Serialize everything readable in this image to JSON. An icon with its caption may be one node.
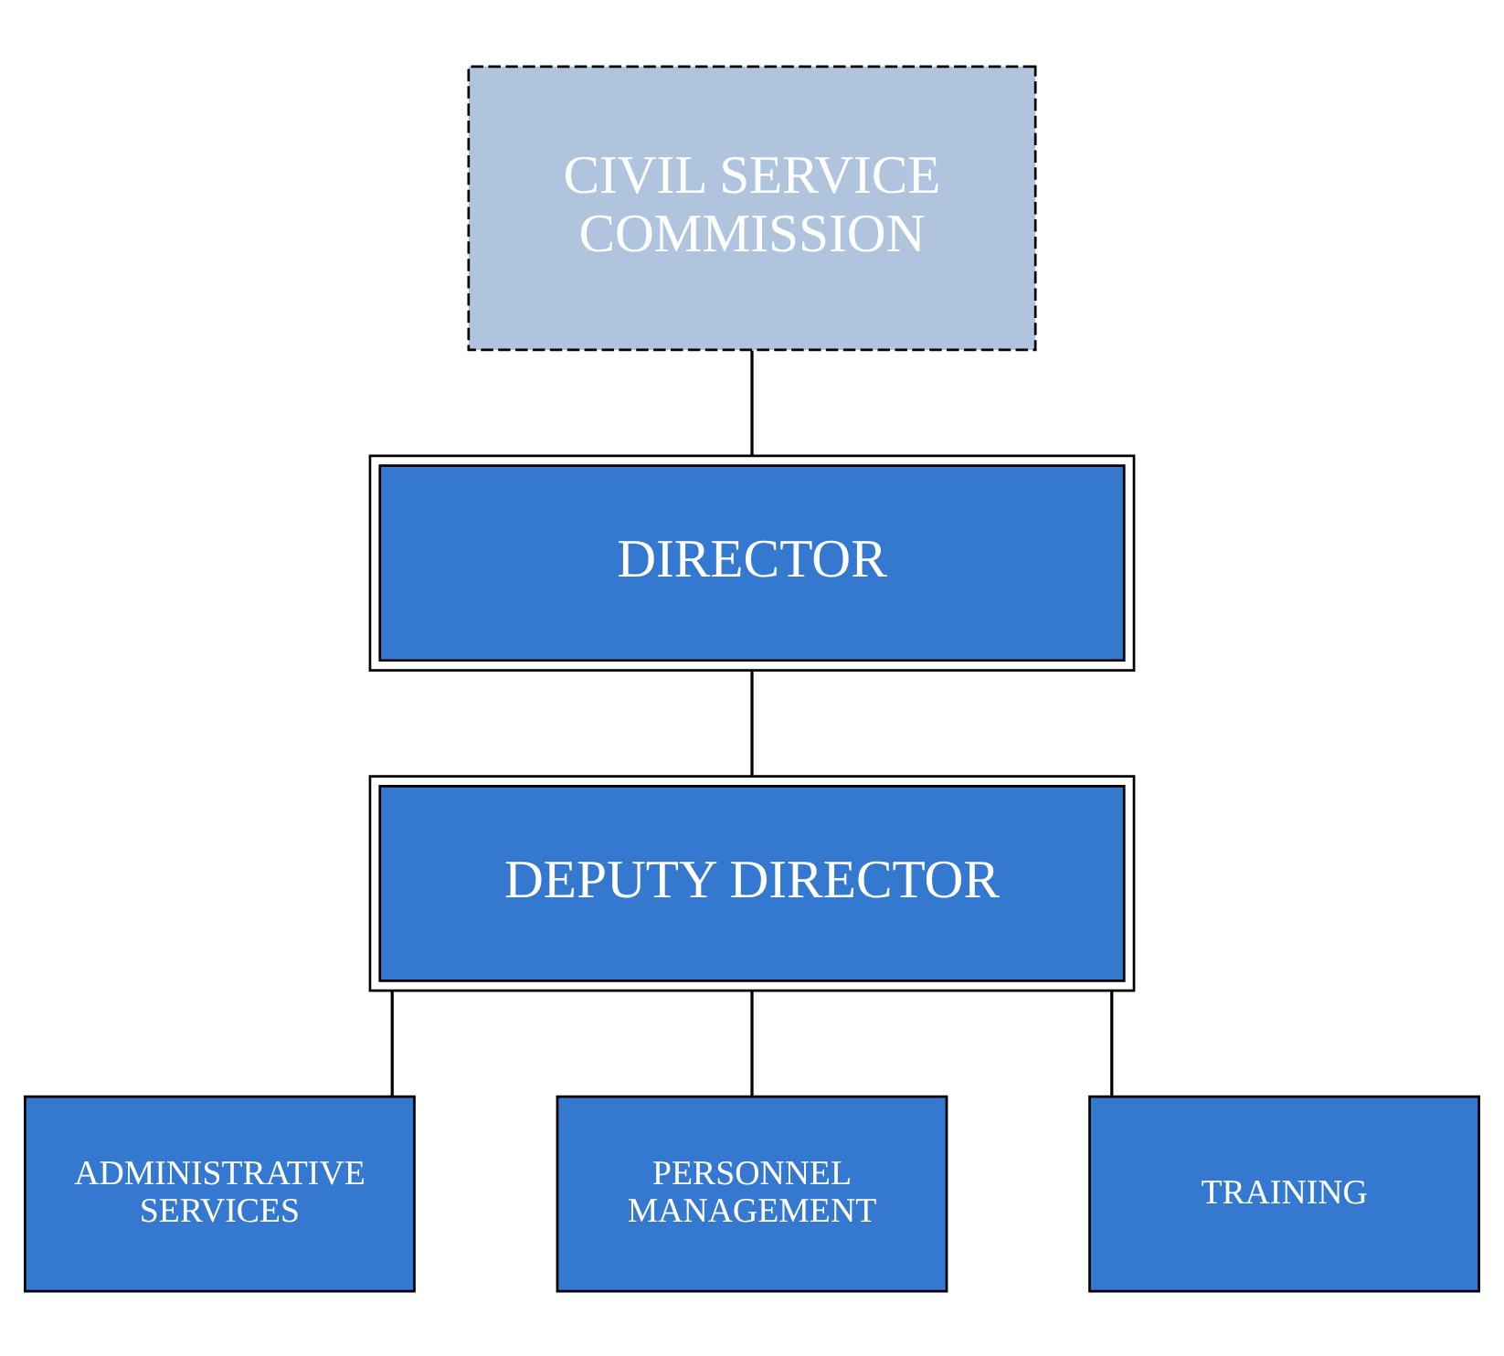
{
  "diagram": {
    "nodes": [
      {
        "text": [
          "CIVIL SERVICE COMMISSION"
        ]
      },
      {
        "text": [
          "DIRECTOR"
        ]
      },
      {
        "text": [
          "DEPUTY DIRECTOR"
        ]
      },
      {
        "text": [
          "ADMINISTRATIVE SERVICES"
        ]
      },
      {
        "text": [
          "PERSONNEL MANAGEMENT"
        ]
      },
      {
        "text": [
          "TRAINING"
        ]
      }
    ],
    "edges": [
      {
        "from": 0,
        "to": 1,
        "arrow": "none"
      },
      {
        "from": 1,
        "to": 2,
        "arrow": "none"
      },
      {
        "from": 2,
        "to": 3,
        "arrow": "none"
      },
      {
        "from": 2,
        "to": 4,
        "arrow": "none"
      },
      {
        "from": 2,
        "to": 5,
        "arrow": "none"
      }
    ]
  }
}
